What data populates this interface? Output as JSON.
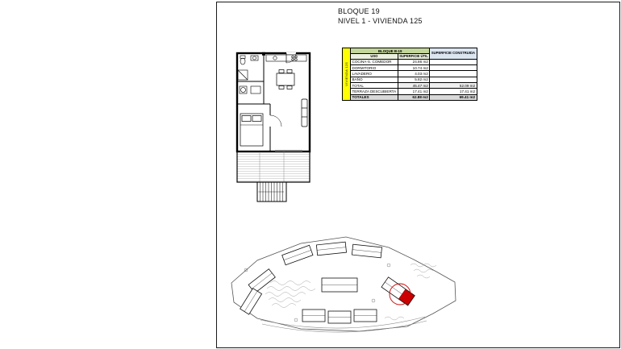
{
  "title": {
    "line1": "BLOQUE 19",
    "line2": "NIVEL 1 - VIVIENDA 125"
  },
  "table": {
    "side_label": "VIVIENDA 125",
    "block_header": "BLOQUE B-19",
    "col_uso": "USO",
    "col_util": "SUPERFICIE ÚTIL",
    "col_construida": "SUPERFICIE CONSTRUIDA",
    "rows": [
      {
        "uso": "COCINA-S. COMEDOR",
        "util": "24.86 m2",
        "construida": ""
      },
      {
        "uso": "DORMITORIO",
        "util": "10.74 m2",
        "construida": ""
      },
      {
        "uso": "LAVADERO",
        "util": "4.03 m2",
        "construida": ""
      },
      {
        "uso": "BAÑO",
        "util": "5.82 m2",
        "construida": ""
      },
      {
        "uso": "TOTAL",
        "util": "45.47 m2",
        "construida": "52.09 m2"
      },
      {
        "uso": "TERRAZA DESCUBIERTA",
        "util": "17.41 m2",
        "construida": "17.41 m2"
      },
      {
        "uso": "TOTALES",
        "util": "62.88 m2",
        "construida": "69.41 m2"
      }
    ]
  },
  "colors": {
    "highlight_unit": "#cc0000",
    "side_label_bg": "#ffff00",
    "block_header_bg": "#c4d79b"
  }
}
